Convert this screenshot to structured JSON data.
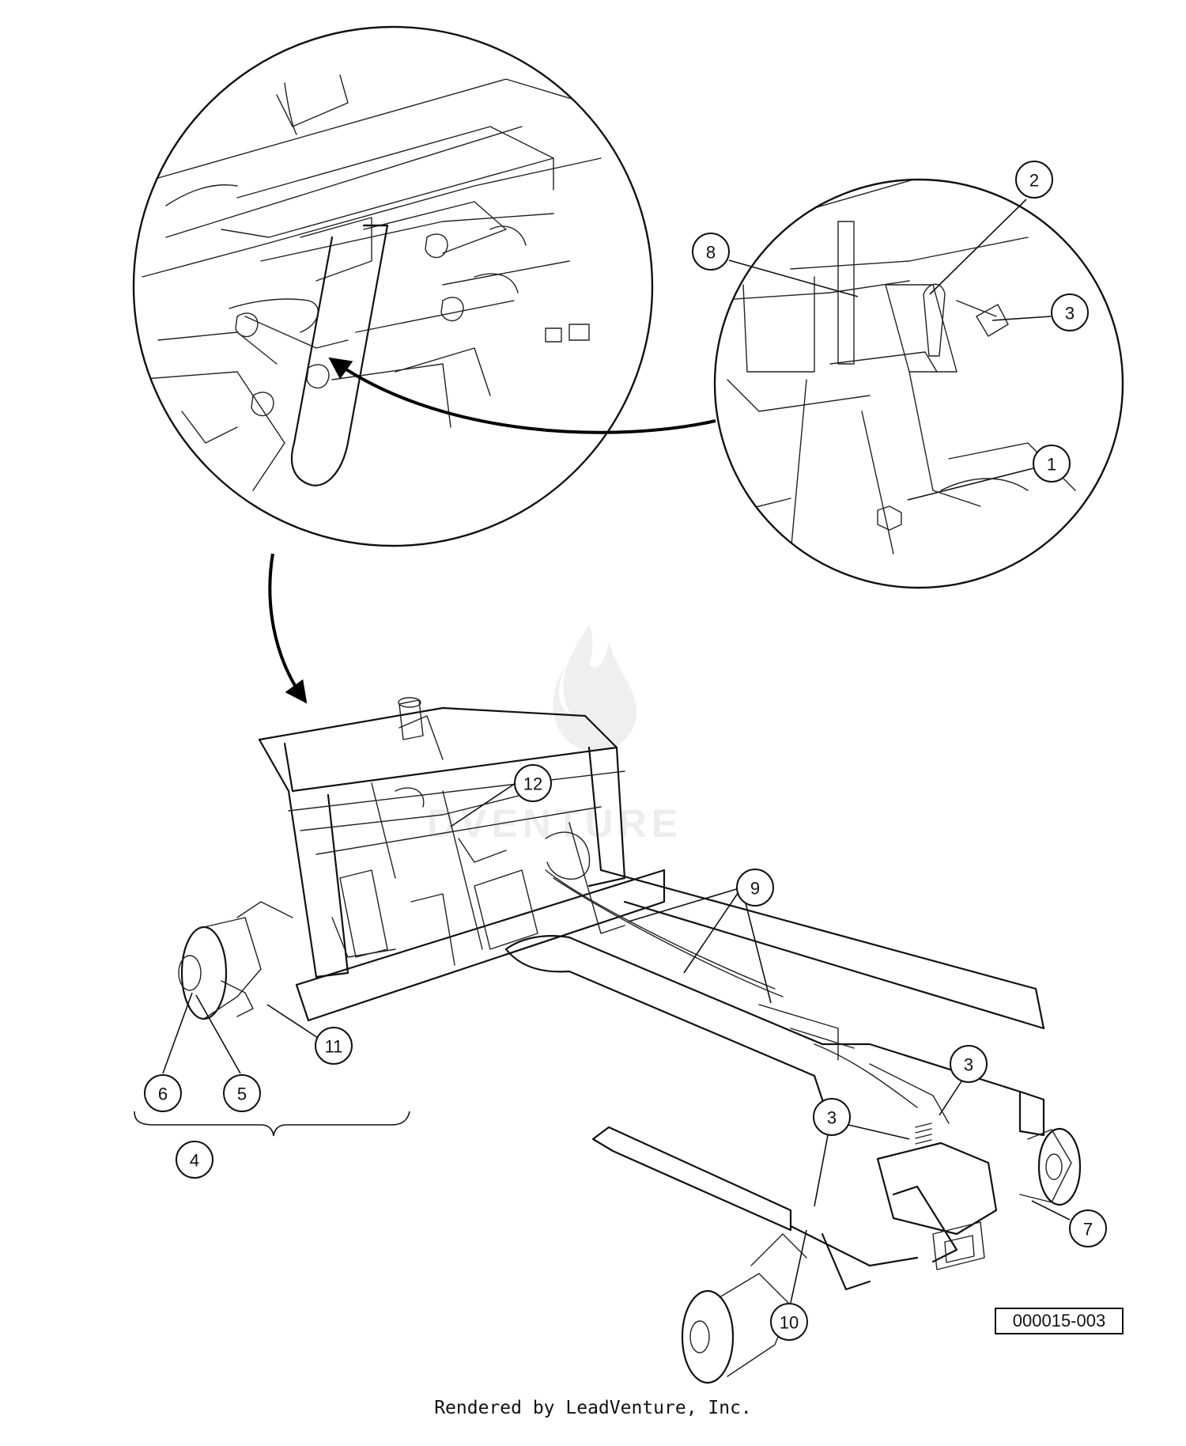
{
  "callouts": [
    {
      "label": "1"
    },
    {
      "label": "2"
    },
    {
      "label": "3"
    },
    {
      "label": "8"
    },
    {
      "label": "12"
    },
    {
      "label": "9"
    },
    {
      "label": "11"
    },
    {
      "label": "6"
    },
    {
      "label": "5"
    },
    {
      "label": "4"
    },
    {
      "label": "3"
    },
    {
      "label": "3"
    },
    {
      "label": "7"
    },
    {
      "label": "10"
    }
  ],
  "watermark_text": "DVENTURE",
  "figure_id": "000015-003",
  "render_credit": "Rendered by LeadVenture, Inc."
}
